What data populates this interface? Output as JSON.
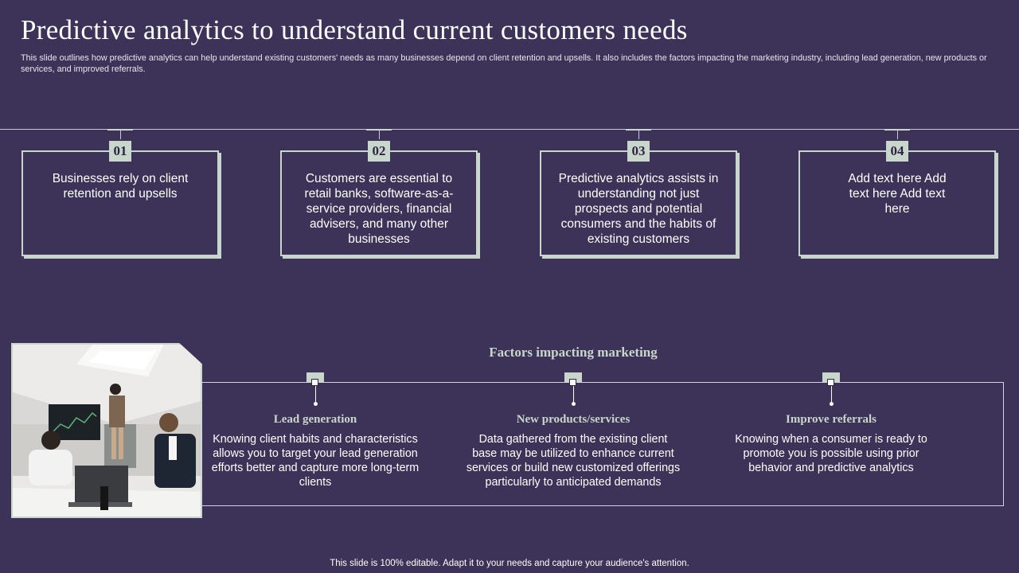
{
  "title": "Predictive analytics to understand current customers needs",
  "subtitle": "This slide outlines how predictive analytics can help understand existing customers' needs as many businesses depend on client retention and upsells. It also includes the factors impacting the marketing industry, including lead generation, new products or services, and improved referrals.",
  "cards": [
    {
      "num": "01",
      "text": "Businesses rely on client retention and upsells"
    },
    {
      "num": "02",
      "text": "Customers are essential to retail banks, software-as-a-service providers, financial advisers, and many other businesses"
    },
    {
      "num": "03",
      "text": "Predictive analytics assists in understanding not just prospects and potential consumers and the habits of existing customers"
    },
    {
      "num": "04",
      "text": "Add text here Add text here Add text here"
    }
  ],
  "factors": {
    "title": "Factors impacting marketing",
    "items": [
      {
        "title": "Lead generation",
        "text": "Knowing client habits and characteristics allows you to target your lead generation efforts better and capture more long-term clients"
      },
      {
        "title": "New products/services",
        "text": "Data gathered from the existing client base may be utilized to enhance current services or build new customized offerings particularly to anticipated demands"
      },
      {
        "title": "Improve referrals",
        "text": "Knowing when a consumer is ready to promote you is possible using prior behavior and predictive analytics"
      }
    ]
  },
  "footer": "This slide is 100% editable. Adapt it to your needs and capture your audience's attention.",
  "colors": {
    "background": "#3d3257",
    "accent": "#c9d6cb"
  }
}
